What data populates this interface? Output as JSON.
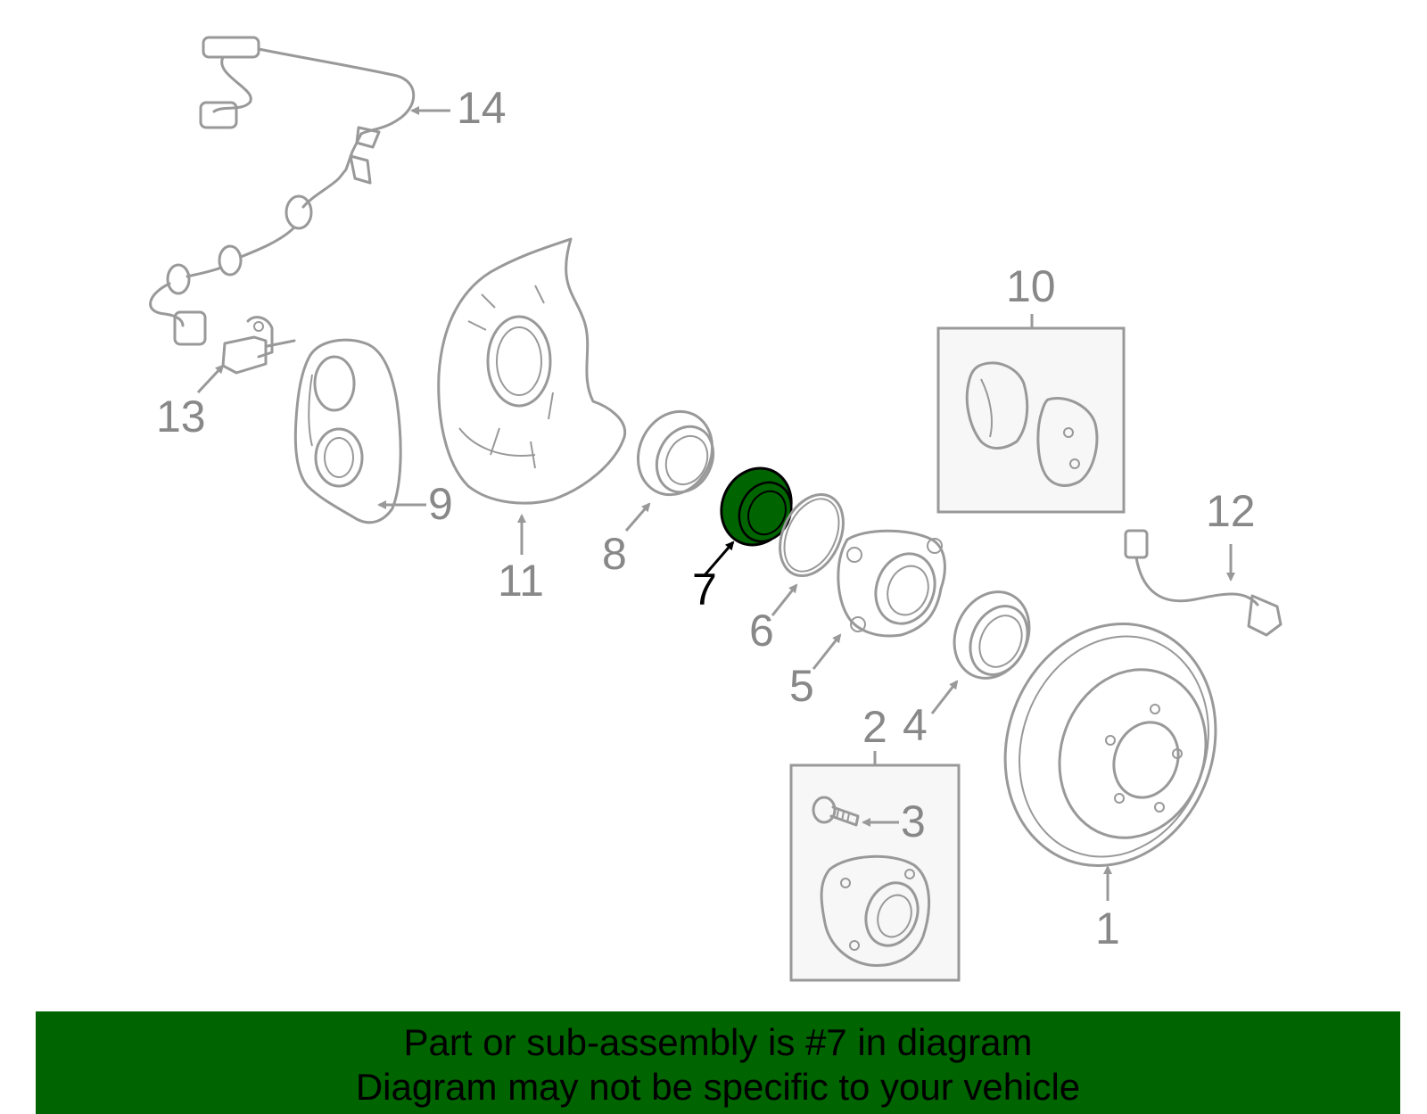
{
  "colors": {
    "highlight": "#006400",
    "part_line": "#999999",
    "callout_text": "#888888",
    "active_callout_text": "#000000",
    "banner_bg": "#006400"
  },
  "callouts": {
    "c1": "1",
    "c2": "2",
    "c3": "3",
    "c4": "4",
    "c5": "5",
    "c6": "6",
    "c7": "7",
    "c8": "8",
    "c9": "9",
    "c10": "10",
    "c11": "11",
    "c12": "12",
    "c13": "13",
    "c14": "14"
  },
  "banner": {
    "line1": "Part or sub-assembly is #7 in diagram",
    "line2": "Diagram may not be specific to your vehicle"
  }
}
